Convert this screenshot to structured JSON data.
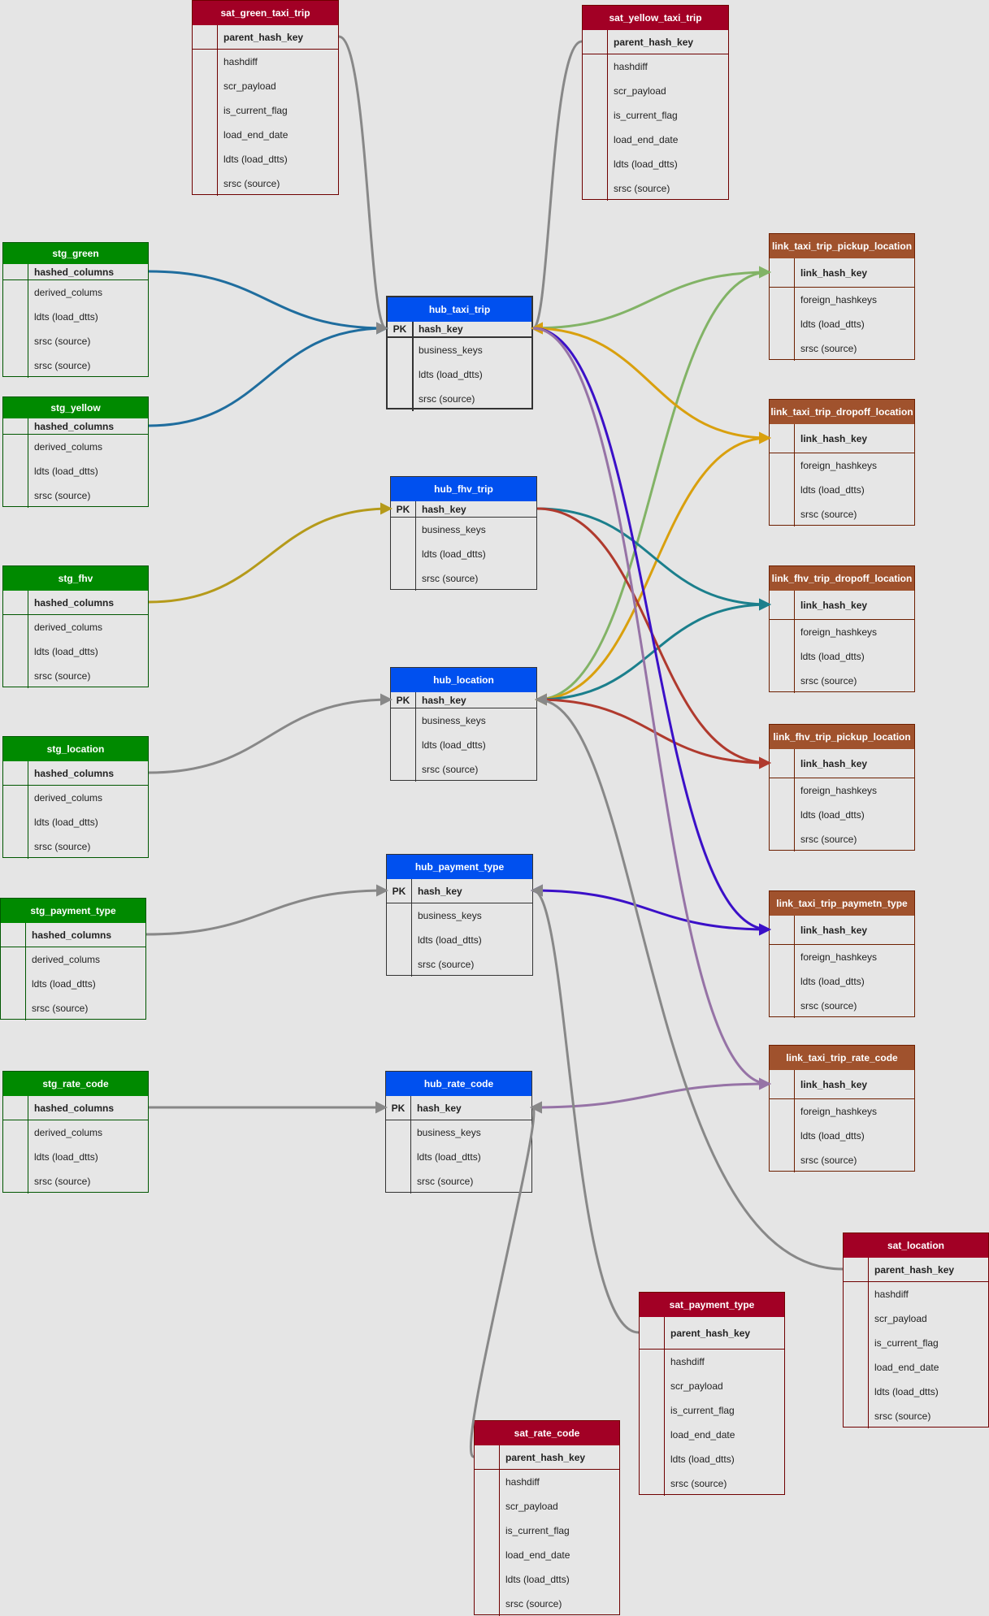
{
  "tables": [
    {
      "id": "sat_green_taxi_trip",
      "title": "sat_green_taxi_trip",
      "kind": "sat",
      "rows": [
        {
          "text": "parent_hash_key",
          "bold": true
        },
        {
          "text": "hashdiff"
        },
        {
          "text": "scr_payload"
        },
        {
          "text": "is_current_flag"
        },
        {
          "text": "load_end_date"
        },
        {
          "text": "ldts (load_dtts)"
        },
        {
          "text": "srsc (source)"
        }
      ]
    },
    {
      "id": "sat_yellow_taxi_trip",
      "title": "sat_yellow_taxi_trip",
      "kind": "sat",
      "rows": [
        {
          "text": "parent_hash_key",
          "bold": true
        },
        {
          "text": "hashdiff"
        },
        {
          "text": "scr_payload"
        },
        {
          "text": "is_current_flag"
        },
        {
          "text": "load_end_date"
        },
        {
          "text": "ldts (load_dtts)"
        },
        {
          "text": "srsc (source)"
        }
      ]
    },
    {
      "id": "stg_green",
      "title": "stg_green",
      "kind": "stg",
      "rows": [
        {
          "text": "hashed_columns",
          "bold": true
        },
        {
          "text": "derived_colums"
        },
        {
          "text": "ldts (load_dtts)"
        },
        {
          "text": "srsc (source)"
        },
        {
          "text": "srsc (source)"
        }
      ]
    },
    {
      "id": "stg_yellow",
      "title": "stg_yellow",
      "kind": "stg",
      "rows": [
        {
          "text": "hashed_columns",
          "bold": true
        },
        {
          "text": "derived_colums"
        },
        {
          "text": "ldts (load_dtts)"
        },
        {
          "text": "srsc (source)"
        }
      ]
    },
    {
      "id": "stg_fhv",
      "title": "stg_fhv",
      "kind": "stg",
      "rows": [
        {
          "text": "hashed_columns",
          "bold": true
        },
        {
          "text": "derived_colums"
        },
        {
          "text": "ldts (load_dtts)"
        },
        {
          "text": "srsc (source)"
        }
      ]
    },
    {
      "id": "stg_location",
      "title": "stg_location",
      "kind": "stg",
      "rows": [
        {
          "text": "hashed_columns",
          "bold": true
        },
        {
          "text": "derived_colums"
        },
        {
          "text": "ldts (load_dtts)"
        },
        {
          "text": "srsc (source)"
        }
      ]
    },
    {
      "id": "stg_payment_type",
      "title": "stg_payment_type",
      "kind": "stg",
      "rows": [
        {
          "text": "hashed_columns",
          "bold": true
        },
        {
          "text": "derived_colums"
        },
        {
          "text": "ldts (load_dtts)"
        },
        {
          "text": "srsc (source)"
        }
      ]
    },
    {
      "id": "stg_rate_code",
      "title": "stg_rate_code",
      "kind": "stg",
      "rows": [
        {
          "text": "hashed_columns",
          "bold": true
        },
        {
          "text": "derived_colums"
        },
        {
          "text": "ldts (load_dtts)"
        },
        {
          "text": "srsc (source)"
        }
      ]
    },
    {
      "id": "hub_taxi_trip",
      "title": "hub_taxi_trip",
      "kind": "hub",
      "pk": "PK",
      "rows": [
        {
          "text": "hash_key",
          "bold": true
        },
        {
          "text": "business_keys"
        },
        {
          "text": "ldts (load_dtts)"
        },
        {
          "text": "srsc (source)"
        }
      ]
    },
    {
      "id": "hub_fhv_trip",
      "title": "hub_fhv_trip",
      "kind": "hub",
      "pk": "PK",
      "rows": [
        {
          "text": "hash_key",
          "bold": true
        },
        {
          "text": "business_keys"
        },
        {
          "text": "ldts (load_dtts)"
        },
        {
          "text": "srsc (source)"
        }
      ]
    },
    {
      "id": "hub_location",
      "title": "hub_location",
      "kind": "hub",
      "pk": "PK",
      "rows": [
        {
          "text": "hash_key",
          "bold": true
        },
        {
          "text": "business_keys"
        },
        {
          "text": "ldts (load_dtts)"
        },
        {
          "text": "srsc (source)"
        }
      ]
    },
    {
      "id": "hub_payment_type",
      "title": "hub_payment_type",
      "kind": "hub",
      "pk": "PK",
      "rows": [
        {
          "text": "hash_key",
          "bold": true
        },
        {
          "text": "business_keys"
        },
        {
          "text": "ldts (load_dtts)"
        },
        {
          "text": "srsc (source)"
        }
      ]
    },
    {
      "id": "hub_rate_code",
      "title": "hub_rate_code",
      "kind": "hub",
      "pk": "PK",
      "rows": [
        {
          "text": "hash_key",
          "bold": true
        },
        {
          "text": "business_keys"
        },
        {
          "text": "ldts (load_dtts)"
        },
        {
          "text": "srsc (source)"
        }
      ]
    },
    {
      "id": "link_taxi_trip_pickup_location",
      "title": "link_taxi_trip_pickup_location",
      "kind": "link",
      "rows": [
        {
          "text": "link_hash_key",
          "bold": true
        },
        {
          "text": "foreign_hashkeys"
        },
        {
          "text": "ldts (load_dtts)"
        },
        {
          "text": "srsc (source)"
        }
      ]
    },
    {
      "id": "link_taxi_trip_dropoff_location",
      "title": "link_taxi_trip_dropoff_location",
      "kind": "link",
      "rows": [
        {
          "text": "link_hash_key",
          "bold": true
        },
        {
          "text": "foreign_hashkeys"
        },
        {
          "text": "ldts (load_dtts)"
        },
        {
          "text": "srsc (source)"
        }
      ]
    },
    {
      "id": "link_fhv_trip_dropoff_location",
      "title": "link_fhv_trip_dropoff_location",
      "kind": "link",
      "rows": [
        {
          "text": "link_hash_key",
          "bold": true
        },
        {
          "text": "foreign_hashkeys"
        },
        {
          "text": "ldts (load_dtts)"
        },
        {
          "text": "srsc (source)"
        }
      ]
    },
    {
      "id": "link_fhv_trip_pickup_location",
      "title": "link_fhv_trip_pickup_location",
      "kind": "link",
      "rows": [
        {
          "text": "link_hash_key",
          "bold": true
        },
        {
          "text": "foreign_hashkeys"
        },
        {
          "text": "ldts (load_dtts)"
        },
        {
          "text": "srsc (source)"
        }
      ]
    },
    {
      "id": "link_taxi_trip_paymetn_type",
      "title": "link_taxi_trip_paymetn_type",
      "kind": "link",
      "rows": [
        {
          "text": "link_hash_key",
          "bold": true
        },
        {
          "text": "foreign_hashkeys"
        },
        {
          "text": "ldts (load_dtts)"
        },
        {
          "text": "srsc (source)"
        }
      ]
    },
    {
      "id": "link_taxi_trip_rate_code",
      "title": "link_taxi_trip_rate_code",
      "kind": "link",
      "rows": [
        {
          "text": "link_hash_key",
          "bold": true
        },
        {
          "text": "foreign_hashkeys"
        },
        {
          "text": "ldts (load_dtts)"
        },
        {
          "text": "srsc (source)"
        }
      ]
    },
    {
      "id": "sat_location",
      "title": "sat_location",
      "kind": "sat",
      "rows": [
        {
          "text": "parent_hash_key",
          "bold": true
        },
        {
          "text": "hashdiff"
        },
        {
          "text": "scr_payload"
        },
        {
          "text": "is_current_flag"
        },
        {
          "text": "load_end_date"
        },
        {
          "text": "ldts (load_dtts)"
        },
        {
          "text": "srsc (source)"
        }
      ]
    },
    {
      "id": "sat_payment_type",
      "title": "sat_payment_type",
      "kind": "sat",
      "rows": [
        {
          "text": "parent_hash_key",
          "bold": true
        },
        {
          "text": "hashdiff"
        },
        {
          "text": "scr_payload"
        },
        {
          "text": "is_current_flag"
        },
        {
          "text": "load_end_date"
        },
        {
          "text": "ldts (load_dtts)"
        },
        {
          "text": "srsc (source)"
        }
      ]
    },
    {
      "id": "sat_rate_code",
      "title": "sat_rate_code",
      "kind": "sat",
      "rows": [
        {
          "text": "parent_hash_key",
          "bold": true
        },
        {
          "text": "hashdiff"
        },
        {
          "text": "scr_payload"
        },
        {
          "text": "is_current_flag"
        },
        {
          "text": "load_end_date"
        },
        {
          "text": "ldts (load_dtts)"
        },
        {
          "text": "srsc (source)"
        }
      ]
    }
  ],
  "connections": [
    {
      "from": "stg_green",
      "to": "hub_taxi_trip",
      "color": "#1f6d9e",
      "arrow": "end"
    },
    {
      "from": "stg_yellow",
      "to": "hub_taxi_trip",
      "color": "#1f6d9e",
      "arrow": "end"
    },
    {
      "from": "stg_fhv",
      "to": "hub_fhv_trip",
      "color": "#b59a1a",
      "arrow": "end"
    },
    {
      "from": "stg_location",
      "to": "hub_location",
      "color": "#888888",
      "arrow": "end"
    },
    {
      "from": "stg_payment_type",
      "to": "hub_payment_type",
      "color": "#888888",
      "arrow": "end"
    },
    {
      "from": "stg_rate_code",
      "to": "hub_rate_code",
      "color": "#888888",
      "arrow": "end"
    },
    {
      "from": "sat_green_taxi_trip",
      "to": "hub_taxi_trip",
      "color": "#888888",
      "arrow": "end"
    },
    {
      "from": "sat_yellow_taxi_trip",
      "to": "hub_taxi_trip",
      "color": "#888888",
      "arrow": "end"
    },
    {
      "from": "hub_taxi_trip",
      "to": "link_taxi_trip_pickup_location",
      "color": "#82b366",
      "arrow": "both"
    },
    {
      "from": "hub_location",
      "to": "link_taxi_trip_pickup_location",
      "color": "#82b366",
      "arrow": "both"
    },
    {
      "from": "hub_taxi_trip",
      "to": "link_taxi_trip_dropoff_location",
      "color": "#d9a00e",
      "arrow": "both"
    },
    {
      "from": "hub_location",
      "to": "link_taxi_trip_dropoff_location",
      "color": "#d9a00e",
      "arrow": "both"
    },
    {
      "from": "hub_fhv_trip",
      "to": "link_fhv_trip_dropoff_location",
      "color": "#1b7f8c",
      "arrow": "end"
    },
    {
      "from": "hub_location",
      "to": "link_fhv_trip_dropoff_location",
      "color": "#1b7f8c",
      "arrow": "end"
    },
    {
      "from": "hub_fhv_trip",
      "to": "link_fhv_trip_pickup_location",
      "color": "#b03a2e",
      "arrow": "end"
    },
    {
      "from": "hub_location",
      "to": "link_fhv_trip_pickup_location",
      "color": "#b03a2e",
      "arrow": "end"
    },
    {
      "from": "hub_taxi_trip",
      "to": "link_taxi_trip_paymetn_type",
      "color": "#3b10c8",
      "arrow": "end"
    },
    {
      "from": "hub_payment_type",
      "to": "link_taxi_trip_paymetn_type",
      "color": "#3b10c8",
      "arrow": "both"
    },
    {
      "from": "hub_taxi_trip",
      "to": "link_taxi_trip_rate_code",
      "color": "#9673a6",
      "arrow": "end"
    },
    {
      "from": "hub_rate_code",
      "to": "link_taxi_trip_rate_code",
      "color": "#9673a6",
      "arrow": "both"
    },
    {
      "from": "sat_location",
      "to": "hub_location",
      "color": "#888888",
      "arrow": "end"
    },
    {
      "from": "sat_payment_type",
      "to": "hub_payment_type",
      "color": "#888888",
      "arrow": "end"
    },
    {
      "from": "sat_rate_code",
      "to": "hub_rate_code",
      "color": "#888888",
      "arrow": "end"
    }
  ],
  "colors": {
    "stg_header": "#008a00",
    "stg_border": "#005700",
    "hub_header": "#0050ef",
    "hub_border": "#333333",
    "link_header": "#a0522d",
    "link_border": "#6d1f00",
    "sat_header": "#a20025",
    "sat_border": "#6f0000",
    "background": "#e5e5e5"
  }
}
